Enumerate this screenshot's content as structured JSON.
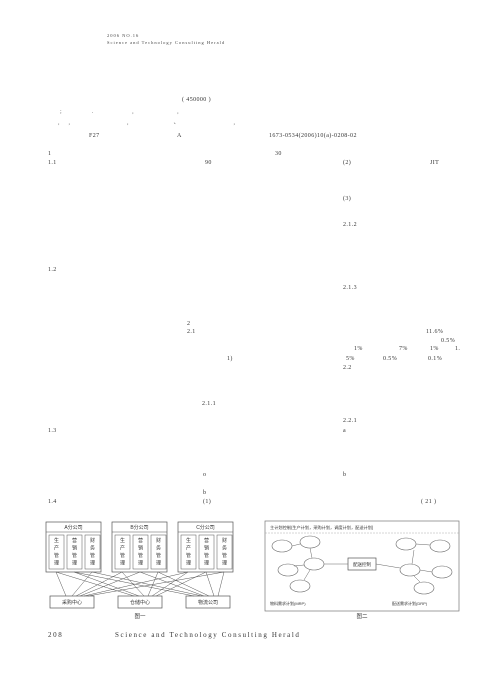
{
  "header": {
    "line1": "2006 NO.16",
    "line2": "Science and Technology Consulting Herald"
  },
  "body_text": {
    "postcode": "( 450000 )",
    "classification": "F27",
    "doc_code": "A",
    "article_id": "1673-0534(2006)10(a)-0208-02",
    "para_1": "1",
    "para_1_1": "1.1",
    "num_90": "90",
    "num_2": "(2)",
    "jit": "JIT",
    "num_3": "(3)",
    "sec_2_1_2": "2.1.2",
    "para_1_2": "1.2",
    "sec_2_1_3": "2.1.3",
    "sec_2": "2",
    "sec_2_1": "2.1",
    "pct_11_6": "11.6%",
    "pct_0_5a": "0.5%",
    "pct_1a": "1%",
    "pct_7": "7%",
    "pct_1b": "1%",
    "val_1": "1.",
    "num_1_paren": "1)",
    "pct_5": "5%",
    "pct_0_5b": "0.5%",
    "pct_0_1": "0.1%",
    "sec_2_2": "2.2",
    "sec_2_1_1": "2.1.1",
    "sec_2_2_1": "2.2.1",
    "para_1_3": "1.3",
    "item_a": "a",
    "item_b1": "b",
    "item_o": "o",
    "item_b2": "b",
    "para_1_4": "1.4",
    "item_1": "(1)",
    "ref_21": "( 21 )",
    "num_30": "30"
  },
  "figure_left": {
    "companies": [
      "A分公司",
      "B分公司",
      "C分公司"
    ],
    "dept_columns": [
      [
        "生",
        "产",
        "管",
        "理"
      ],
      [
        "营",
        "销",
        "管",
        "理"
      ],
      [
        "财",
        "务",
        "管",
        "理"
      ]
    ],
    "centers": [
      "采购中心",
      "仓储中心",
      "物流公司"
    ],
    "caption": "图一"
  },
  "figure_right": {
    "top_label": "主计划控制(生产计划，采购计划，调度计划，配送计划)",
    "center_box": "配送控制",
    "bottom_left": "物料需求计划(MRP)",
    "bottom_right": "配送需求计划(DRP)",
    "caption": "图二"
  },
  "footer": {
    "page_number": "208",
    "journal": "Science and Technology Consulting Herald"
  }
}
